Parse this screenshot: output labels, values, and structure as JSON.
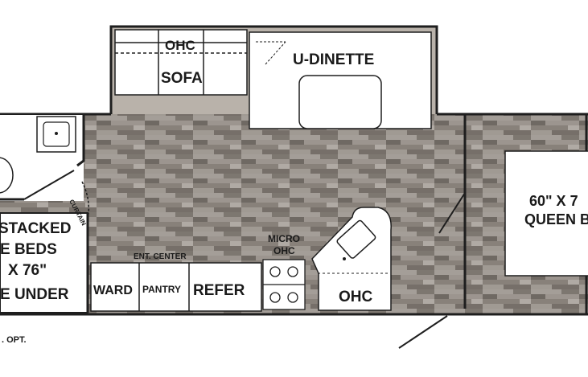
{
  "labels": {
    "ohc_top": "OHC",
    "sofa": "SOFA",
    "u_dinette": "U-DINETTE",
    "bed_size": "60\" X 7",
    "queen_bed": "QUEEN B",
    "curtain": "CURTAIN",
    "bunk_line1": "STACKED",
    "bunk_line2": "E BEDS",
    "bunk_line3": "X 76\"",
    "bunk_line4": "E UNDER",
    "ent_center": "ENT. CENTER",
    "micro": "MICRO",
    "micro_ohc": "OHC",
    "kitchen_ohc": "OHC",
    "ward": "WARD",
    "pantry": "PANTRY",
    "refer": "REFER",
    "option_note": ". OPT."
  },
  "colors": {
    "floor": "#8f8881",
    "floor_light": "#a59f99",
    "floor_dark": "#6f6963",
    "wall": "#1e1e1e",
    "slide_floor": "#b9b2aa",
    "fixture": "#ffffff"
  }
}
